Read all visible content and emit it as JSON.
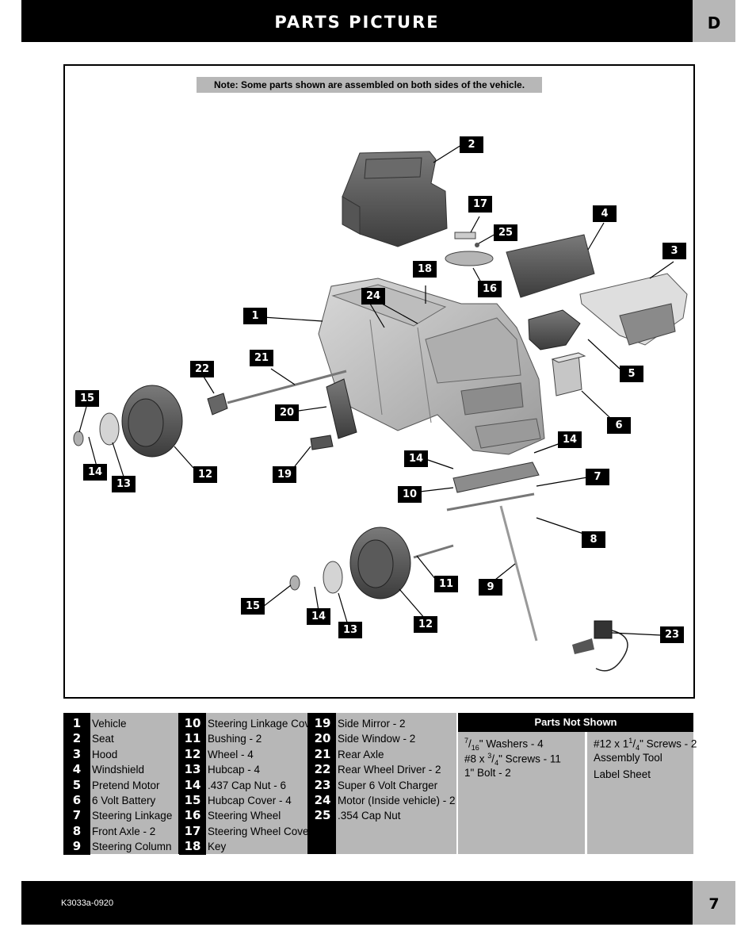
{
  "header": {
    "title": "PARTS PICTURE",
    "section": "D"
  },
  "note": "Note: Some parts shown are assembled on both sides of the vehicle.",
  "callouts": [
    "2",
    "17",
    "4",
    "25",
    "3",
    "18",
    "16",
    "24",
    "1",
    "21",
    "22",
    "5",
    "15",
    "20",
    "6",
    "14",
    "14",
    "7",
    "14",
    "13",
    "12",
    "19",
    "10",
    "8",
    "11",
    "9",
    "12",
    "15",
    "14",
    "13",
    "23"
  ],
  "parts": [
    {
      "num": "1",
      "name": "Vehicle"
    },
    {
      "num": "2",
      "name": "Seat"
    },
    {
      "num": "3",
      "name": "Hood"
    },
    {
      "num": "4",
      "name": "Windshield"
    },
    {
      "num": "5",
      "name": "Pretend Motor"
    },
    {
      "num": "6",
      "name": "6 Volt Battery"
    },
    {
      "num": "7",
      "name": "Steering Linkage"
    },
    {
      "num": "8",
      "name": "Front Axle - 2"
    },
    {
      "num": "9",
      "name": "Steering Column"
    },
    {
      "num": "10",
      "name": "Steering Linkage Cover"
    },
    {
      "num": "11",
      "name": "Bushing - 2"
    },
    {
      "num": "12",
      "name": "Wheel - 4"
    },
    {
      "num": "13",
      "name": "Hubcap - 4"
    },
    {
      "num": "14",
      "name": ".437 Cap Nut - 6"
    },
    {
      "num": "15",
      "name": "Hubcap Cover - 4"
    },
    {
      "num": "16",
      "name": "Steering Wheel"
    },
    {
      "num": "17",
      "name": "Steering Wheel Cover"
    },
    {
      "num": "18",
      "name": "Key"
    },
    {
      "num": "19",
      "name": "Side Mirror - 2"
    },
    {
      "num": "20",
      "name": "Side Window - 2"
    },
    {
      "num": "21",
      "name": "Rear Axle"
    },
    {
      "num": "22",
      "name": "Rear Wheel Driver - 2"
    },
    {
      "num": "23",
      "name": "Super 6 Volt Charger"
    },
    {
      "num": "24",
      "name": "Motor (Inside vehicle) - 2"
    },
    {
      "num": "25",
      "name": ".354 Cap Nut"
    }
  ],
  "parts_not_shown": {
    "title": "Parts Not Shown",
    "left": [
      {
        "whole": "",
        "num": "7",
        "den": "16",
        "rest": "\" Washers - 4",
        "label": "7/16\" Washers - 4"
      },
      {
        "whole": "#8 x ",
        "num": "3",
        "den": "4",
        "rest": "\" Screws - 11",
        "label": "#8 x 3/4\" Screws - 11"
      },
      {
        "whole": "1\" Bolt - 2",
        "num": "",
        "den": "",
        "rest": "",
        "label": "1\" Bolt - 2"
      }
    ],
    "right": [
      {
        "whole": "#12 x 1",
        "num": "1",
        "den": "4",
        "rest": "\" Screws - 2",
        "label": "#12 x 1 1/4\" Screws - 2"
      },
      {
        "whole": "Assembly Tool",
        "num": "",
        "den": "",
        "rest": "",
        "label": "Assembly Tool"
      },
      {
        "whole": "Label Sheet",
        "num": "",
        "den": "",
        "rest": "",
        "label": "Label Sheet"
      }
    ]
  },
  "footer": {
    "code": "K3033a-0920",
    "page": "7"
  }
}
